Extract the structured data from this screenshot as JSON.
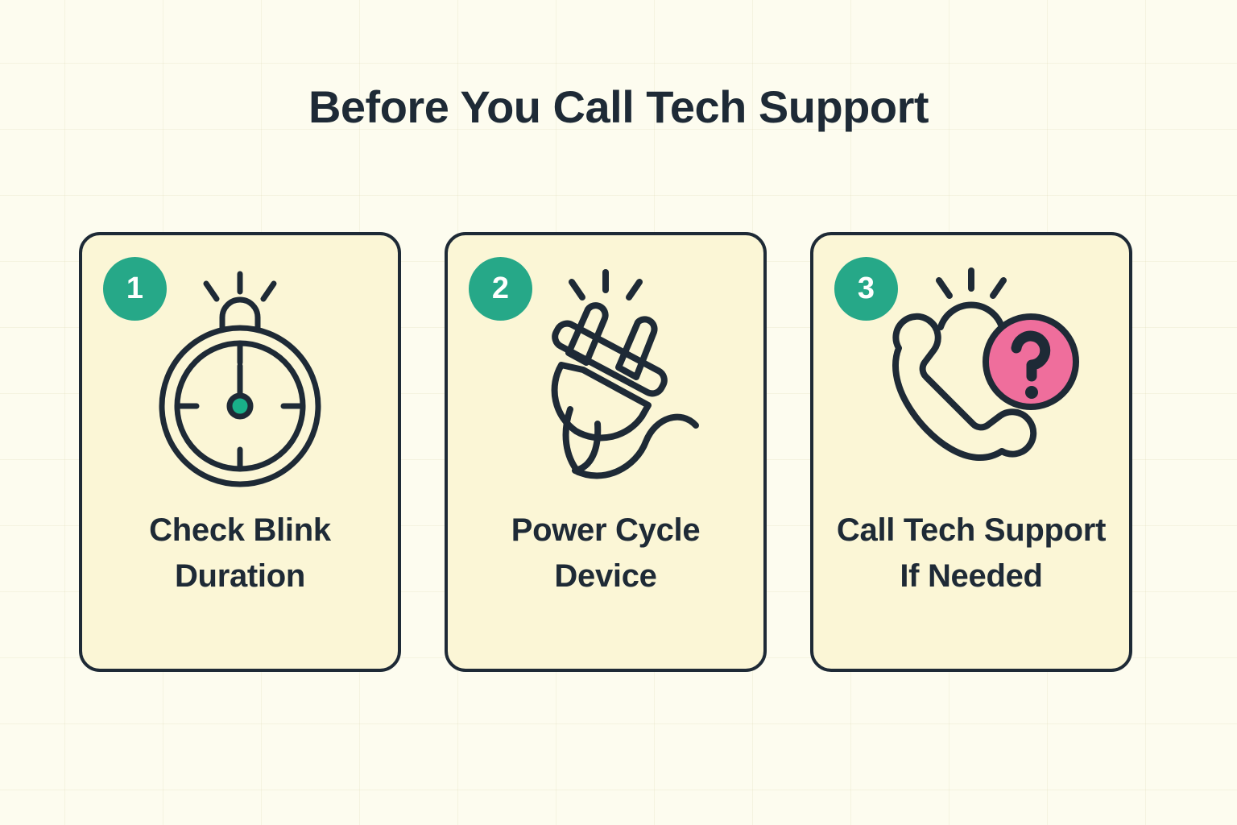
{
  "poster": {
    "title": "Before You Call Tech Support",
    "background_color": "#fdfcef",
    "grid_line_color": "#d9d1aa",
    "title_color": "#1e2a36"
  },
  "theme": {
    "card_fill": "#fbf6d6",
    "card_border": "#1e2a36",
    "badge_fill": "#26a888",
    "badge_text": "#ffffff",
    "accent_pink": "#ef6e9c",
    "icon_stroke": "#1e2a36",
    "accent_green_dot": "#19b089"
  },
  "cards": [
    {
      "number": "1",
      "label": "Check Blink Duration",
      "icon": "stopwatch-icon",
      "icon_description": "stopwatch with alert rays and green center dot"
    },
    {
      "number": "2",
      "label": "Power Cycle Device",
      "icon": "power-plug-icon",
      "icon_description": "unplugged electrical plug with wavy cord and alert rays"
    },
    {
      "number": "3",
      "label": "Call Tech Support If Needed",
      "icon": "phone-question-icon",
      "icon_description": "telephone handset with pink question mark badge and frown arc"
    }
  ]
}
